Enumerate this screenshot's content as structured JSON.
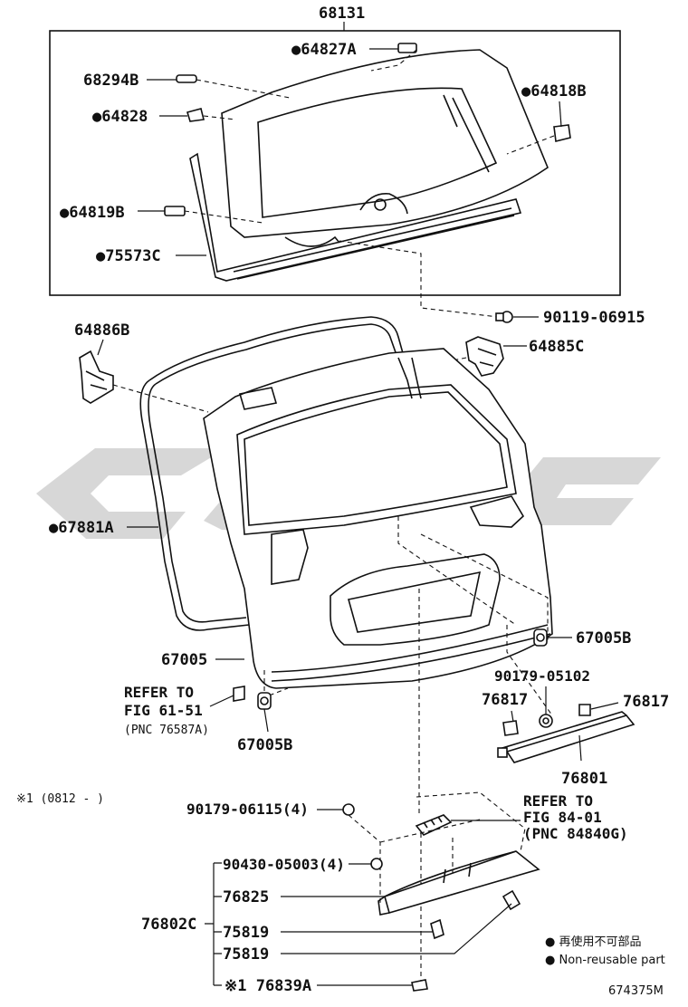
{
  "diagram": {
    "assembly_label": "68131",
    "callouts": {
      "c64827A": "●64827A",
      "c68294B": "68294B",
      "c64818B": "●64818B",
      "c64828": "●64828",
      "c64819B": "●64819B",
      "c75573C": "●75573C",
      "c90119": "90119-06915",
      "c64886B": "64886B",
      "c64885C": "64885C",
      "c67881A": "●67881A",
      "c67005": "67005",
      "c67005B_right": "67005B",
      "c90179_05102": "90179-05102",
      "c76817_left": "76817",
      "c76817_right": "76817",
      "c76801": "76801",
      "c67005B_left": "67005B",
      "refer1_line1": "REFER TO",
      "refer1_line2": "FIG 61-51",
      "refer1_line3": "(PNC 76587A)",
      "refer2_line1": "REFER TO",
      "refer2_line2": "FIG 84-01",
      "refer2_line3": "(PNC 84840G)",
      "note_date": "※1 (0812 -     )",
      "c90179_06115": "90179-06115(4)",
      "c90430": "90430-05003(4)",
      "c76825": "76825",
      "c76802C": "76802C",
      "c75819_a": "75819",
      "c75819_b": "75819",
      "c76839A": "※1 76839A"
    },
    "legend": {
      "line1": "● 再使用不可部品",
      "line2": "● Non-reusable part"
    },
    "drawing_number": "674375M"
  }
}
